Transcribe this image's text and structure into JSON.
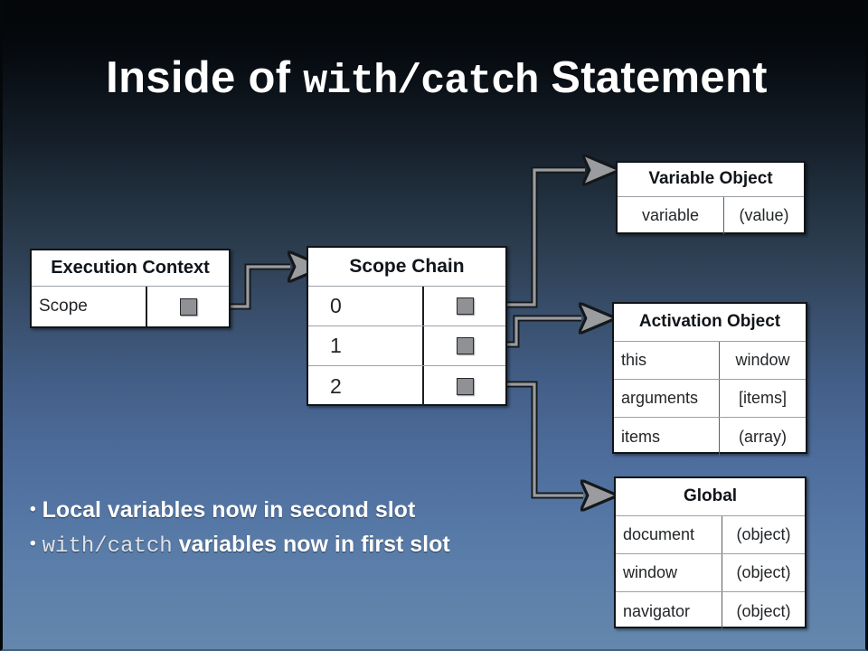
{
  "slide": {
    "title_prefix": "Inside of ",
    "title_mono": "with/catch",
    "title_suffix": " Statement",
    "background_top": "#040608",
    "background_bottom": "#6487ac"
  },
  "execution_context": {
    "header": "Execution Context",
    "rows": [
      {
        "label": "Scope",
        "value": ""
      }
    ]
  },
  "scope_chain": {
    "header": "Scope Chain",
    "rows": [
      {
        "index": "0",
        "value": ""
      },
      {
        "index": "1",
        "value": ""
      },
      {
        "index": "2",
        "value": ""
      }
    ]
  },
  "variable_object": {
    "header": "Variable Object",
    "rows": [
      {
        "key": "variable",
        "value": "(value)"
      }
    ]
  },
  "activation_object": {
    "header": "Activation Object",
    "rows": [
      {
        "key": "this",
        "value": "window"
      },
      {
        "key": "arguments",
        "value": "[items]"
      },
      {
        "key": "items",
        "value": "(array)"
      }
    ]
  },
  "global_object": {
    "header": "Global",
    "rows": [
      {
        "key": "document",
        "value": "(object)"
      },
      {
        "key": "window",
        "value": "(object)"
      },
      {
        "key": "navigator",
        "value": "(object)"
      }
    ]
  },
  "bullets": [
    {
      "marker": "•",
      "text": "Local variables now in second slot",
      "mono": ""
    },
    {
      "marker": "•",
      "text": " variables now in first slot",
      "mono": "with/catch"
    }
  ],
  "connectors": {
    "arrow_color": "#9a9c9f",
    "arrow_outline": "#15181b",
    "labels": [
      "exec-context-to-scope-chain",
      "scope-slot-0-to-variable-object",
      "scope-slot-1-to-activation-object",
      "scope-slot-2-to-global-object"
    ]
  }
}
